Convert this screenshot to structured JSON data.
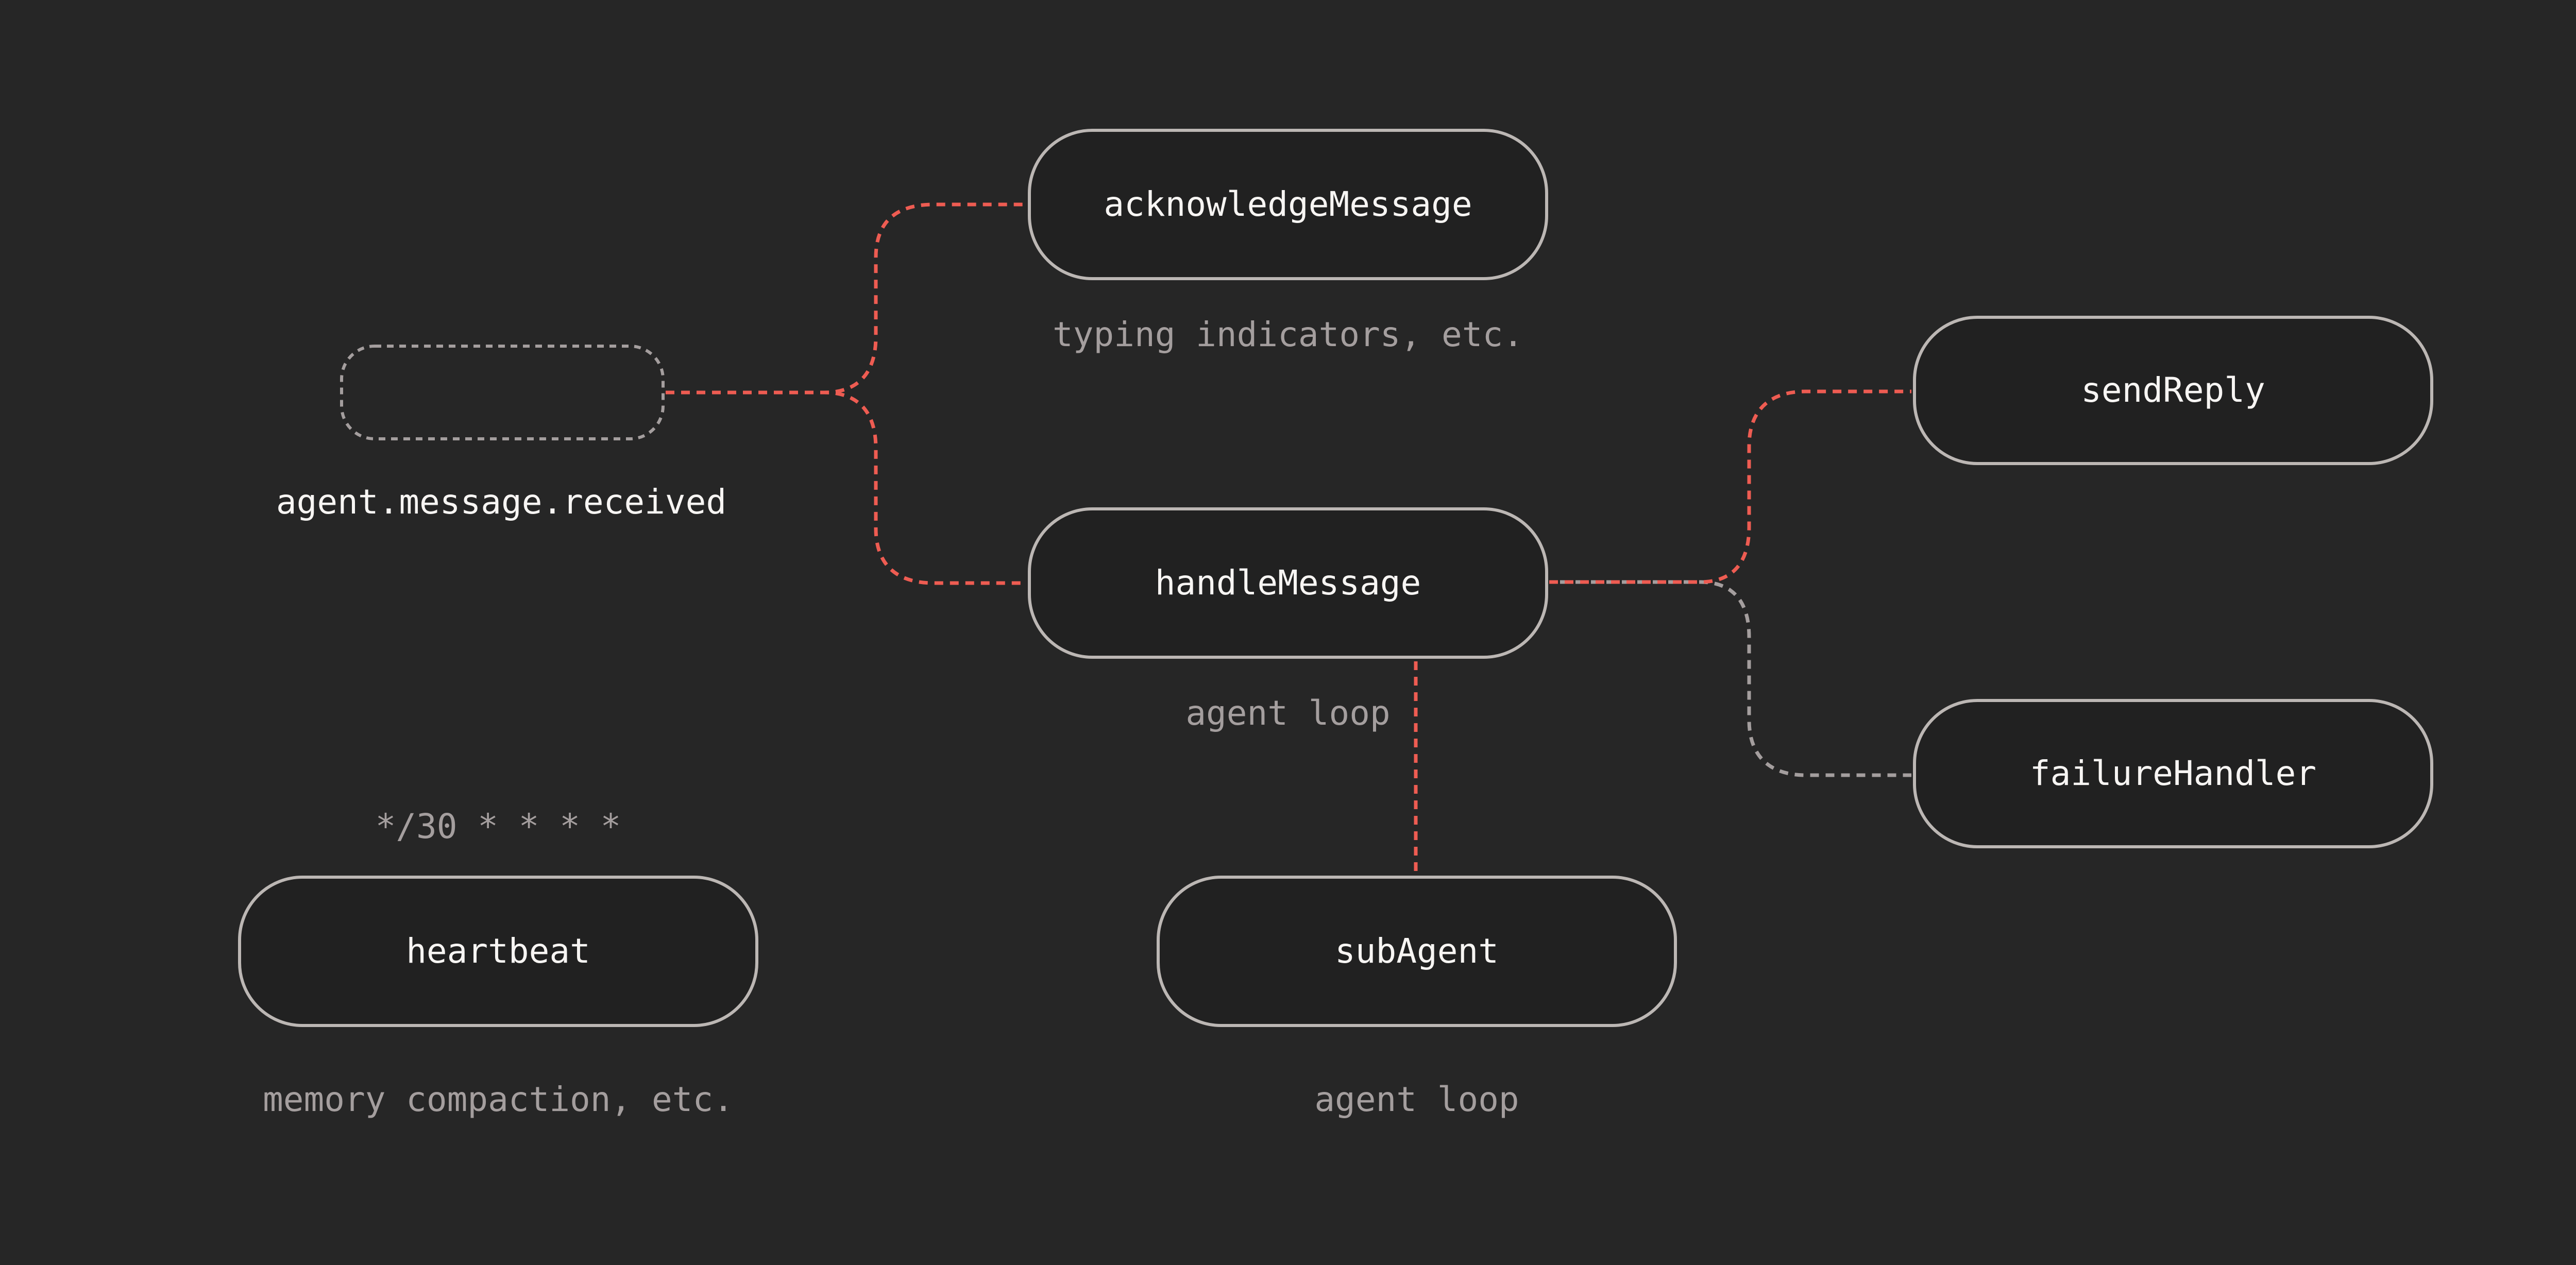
{
  "canvas": {
    "background": "#262626"
  },
  "colors": {
    "background": "#262626",
    "node_fill": "#212121",
    "node_border": "#bcb7b4",
    "edge_red": "#ee5c52",
    "edge_gray": "#a49e9e",
    "label_text": "#f7f5f3",
    "caption_text": "#a49e9e"
  },
  "nodes": {
    "trigger": {
      "caption": "agent.message.received"
    },
    "acknowledge_message": {
      "label": "acknowledgeMessage",
      "caption": "typing indicators, etc."
    },
    "handle_message": {
      "label": "handleMessage",
      "caption": "agent loop"
    },
    "send_reply": {
      "label": "sendReply"
    },
    "failure_handler": {
      "label": "failureHandler"
    },
    "heartbeat": {
      "label": "heartbeat",
      "schedule": "*/30 * * * *",
      "caption": "memory compaction, etc."
    },
    "sub_agent": {
      "label": "subAgent",
      "caption": "agent loop"
    }
  }
}
